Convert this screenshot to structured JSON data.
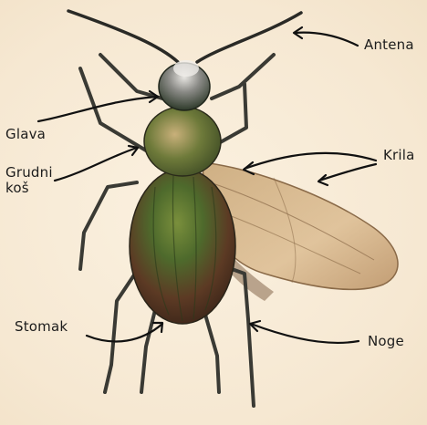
{
  "labels": {
    "antena": "Antena",
    "glava": "Glava",
    "grudni_kos": "Grudni\nkoš",
    "krila": "Krila",
    "stomak": "Stomak",
    "noge": "Noge"
  }
}
